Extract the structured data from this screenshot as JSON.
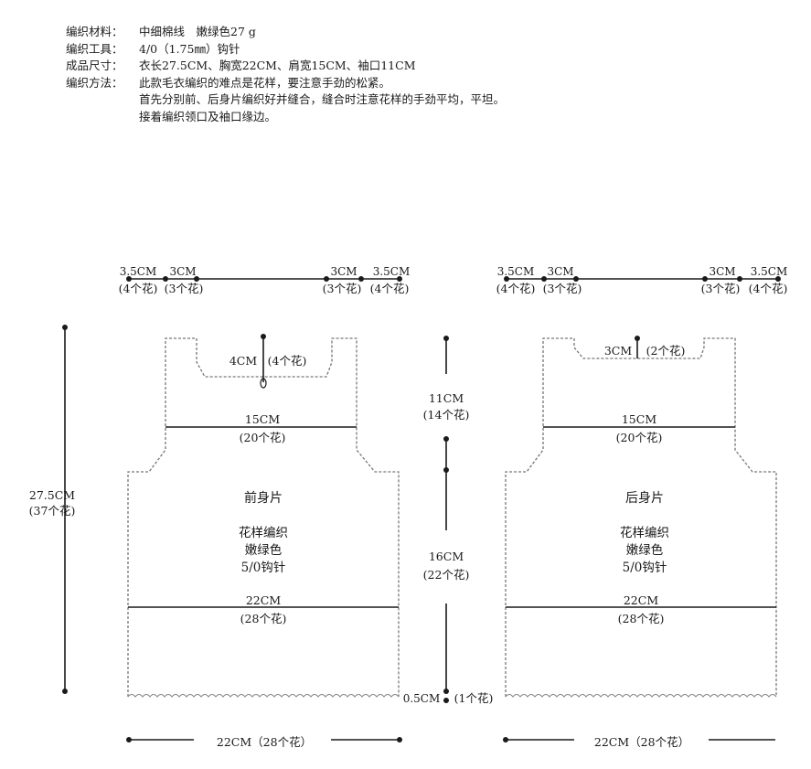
{
  "notes": {
    "material": {
      "label": "编织材料：",
      "value": "中细棉线　嫩绿色27 g"
    },
    "tool": {
      "label": "编织工具：",
      "value": "4/0（1.75㎜）钩针"
    },
    "size": {
      "label": "成品尺寸：",
      "value": "衣长27.5CM、胸宽22CM、肩宽15CM、袖口11CM"
    },
    "method": {
      "label": "编织方法：",
      "lines": [
        "此款毛衣编织的难点是花样，要注意手劲的松紧。",
        "首先分别前、后身片编织好并缝合，缝合时注意花样的手劲平均，平坦。",
        "接着编织领口及袖口缘边。"
      ]
    }
  },
  "front": {
    "title": "前身片",
    "pattern": "花样编织",
    "color": "嫩绿色",
    "hook": "5/0钩针",
    "top_dims": [
      "3.5CM",
      "3CM",
      "3CM",
      "3.5CM"
    ],
    "top_counts": [
      "(4个花)",
      "(3个花)",
      "(3个花)",
      "(4个花)"
    ],
    "neck_depth": "4CM",
    "neck_count": "(4个花)",
    "shoulder_width": "15CM",
    "shoulder_count": "(20个花)",
    "chest_width": "22CM",
    "chest_count": "(28个花)",
    "bottom_width": "22CM（28个花）",
    "total_length": "27.5CM",
    "total_count": "(37个花)"
  },
  "back": {
    "title": "后身片",
    "pattern": "花样编织",
    "color": "嫩绿色",
    "hook": "5/0钩针",
    "top_dims": [
      "3.5CM",
      "3CM",
      "3CM",
      "3.5CM"
    ],
    "top_counts": [
      "(4个花)",
      "(3个花)",
      "(3个花)",
      "(4个花)"
    ],
    "neck_depth": "3CM",
    "neck_count": "(2个花)",
    "shoulder_width": "15CM",
    "shoulder_count": "(20个花)",
    "chest_width": "22CM",
    "chest_count": "(28个花)",
    "bottom_width": "22CM（28个花）"
  },
  "middle": {
    "armhole": "11CM",
    "armhole_count": "(14个花)",
    "body": "16CM",
    "body_count": "(22个花)",
    "edge": "0.5CM",
    "edge_count": "(1个花)"
  }
}
